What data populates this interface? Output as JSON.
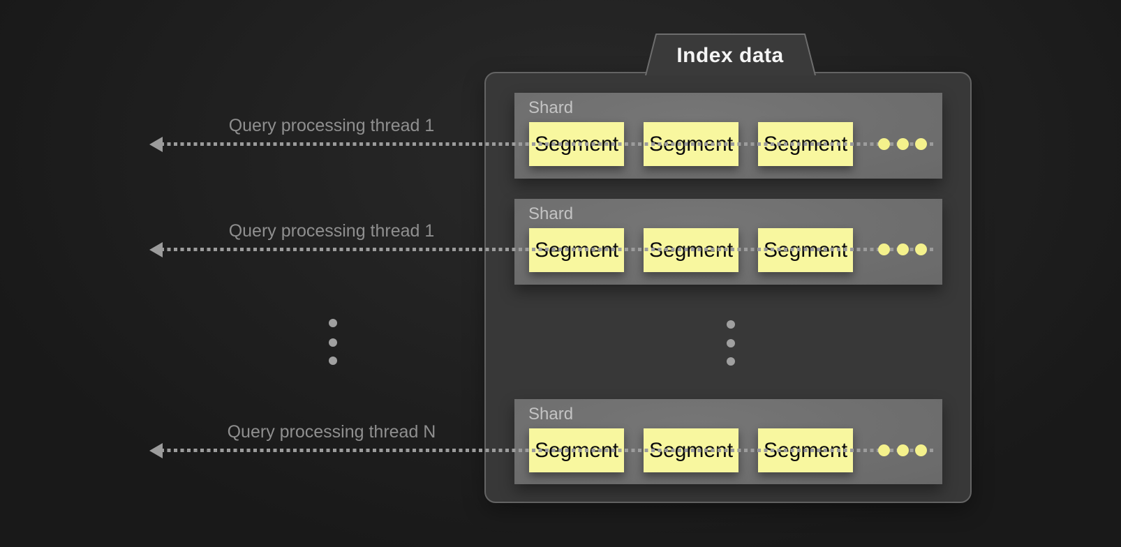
{
  "tab": {
    "label": "Index data"
  },
  "shards": [
    {
      "label": "Shard",
      "segments": [
        "Segment",
        "Segment",
        "Segment"
      ],
      "more_icon": "yellow-ellipsis"
    },
    {
      "label": "Shard",
      "segments": [
        "Segment",
        "Segment",
        "Segment"
      ],
      "more_icon": "yellow-ellipsis"
    },
    {
      "label": "Shard",
      "segments": [
        "Segment",
        "Segment",
        "Segment"
      ],
      "more_icon": "yellow-ellipsis"
    }
  ],
  "arrows": [
    {
      "label": "Query processing thread 1"
    },
    {
      "label": "Query processing thread 1"
    },
    {
      "label": "Query processing thread N"
    }
  ],
  "ellipsis": {
    "left_icon": "vertical-ellipsis",
    "panel_icon": "vertical-ellipsis"
  },
  "colors": {
    "page_bg": "#222222",
    "panel_bg": "#383838",
    "panel_border": "#646464",
    "shard_bg": "#6b6b6b",
    "segment_bg": "#f8f79f",
    "segment_text": "#0b0b0b",
    "yellow_dot": "#f4f18c",
    "arrow_gray": "#9c9c9c",
    "label_gray": "#8f8f8f",
    "shard_label": "#c4c4c4",
    "tab_text": "#f5f5f5"
  }
}
